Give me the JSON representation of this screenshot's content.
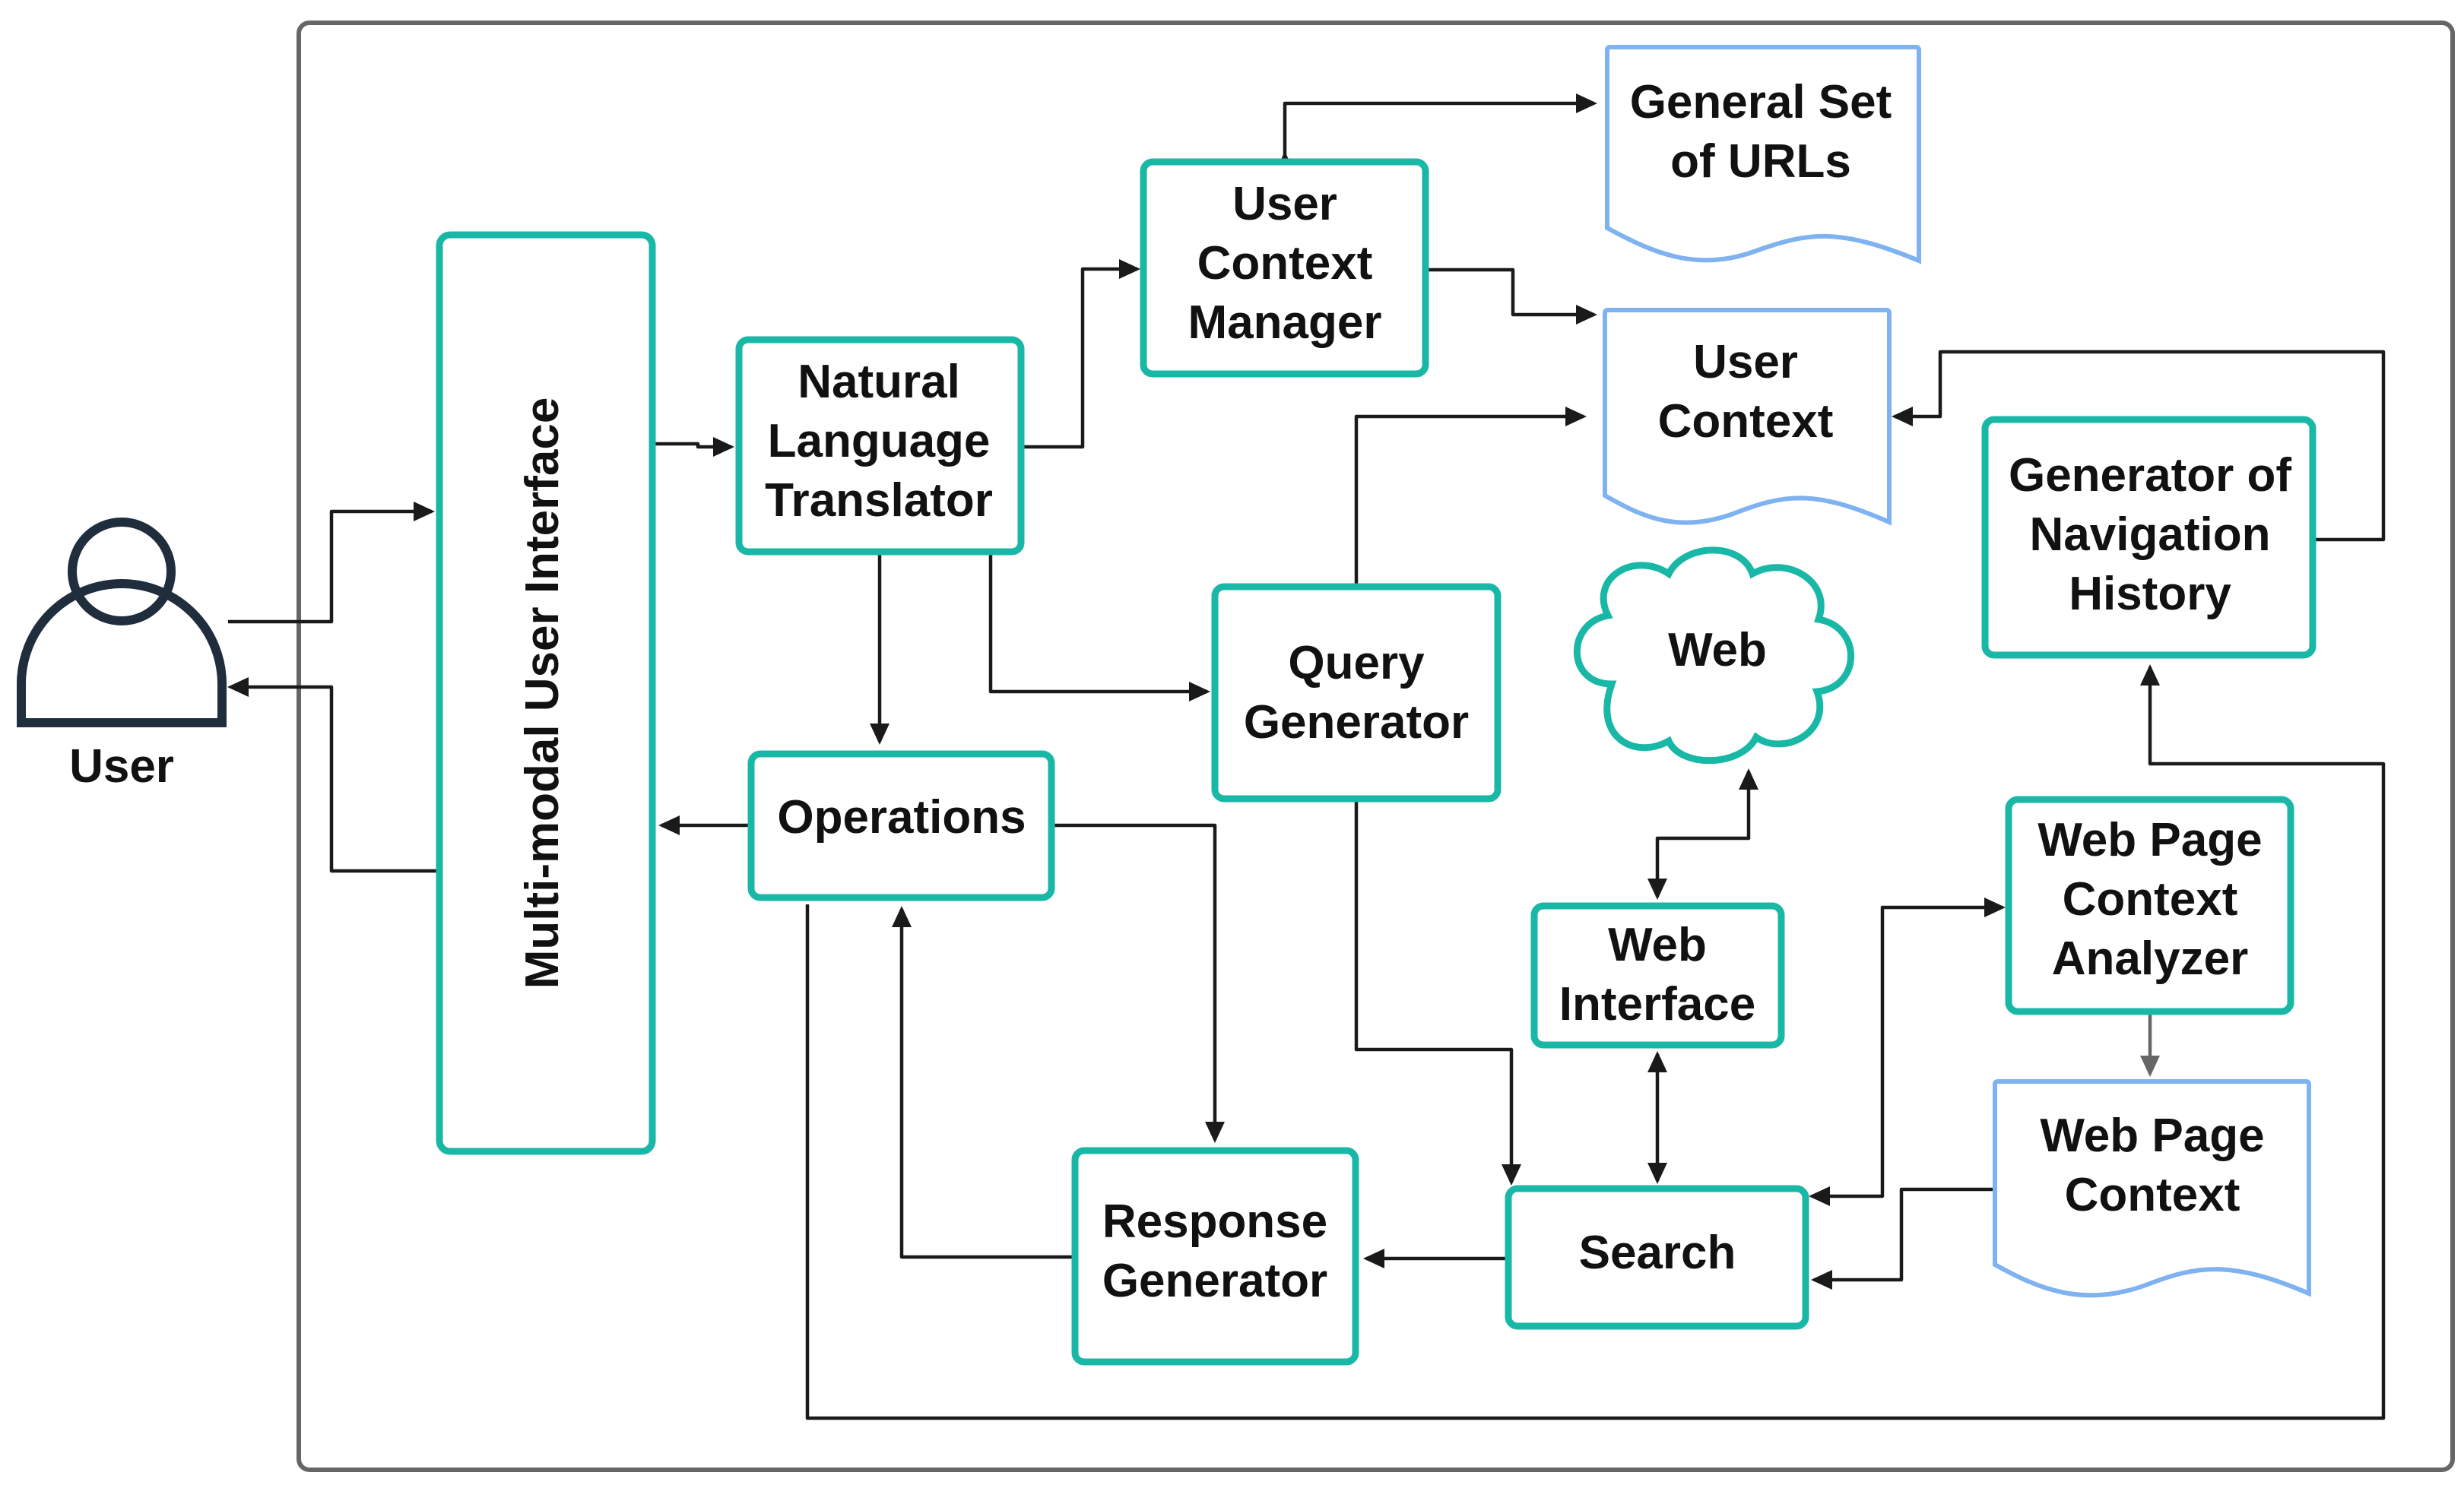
{
  "colors": {
    "process_box": "#19b8a6",
    "document": "#7fb2f0",
    "arrow": "#1a1a1a",
    "frame": "#666666",
    "user_icon": "#1f2d3d"
  },
  "actor": {
    "icon": "user-icon",
    "label": "User"
  },
  "ui": {
    "label": "Multi-modal User Interface"
  },
  "nodes": {
    "translator": [
      "Natural",
      "Language",
      "Translator"
    ],
    "context_manager": [
      "User",
      "Context",
      "Manager"
    ],
    "general_urls": [
      "General Set",
      "of URLs"
    ],
    "user_context": [
      "User",
      "Context"
    ],
    "query_generator": [
      "Query",
      "Generator"
    ],
    "web": [
      "Web"
    ],
    "nav_history": [
      "Generator of",
      "Navigation",
      "History"
    ],
    "operations": [
      "Operations"
    ],
    "web_interface": [
      "Web",
      "Interface"
    ],
    "page_analyzer": [
      "Web Page",
      "Context",
      "Analyzer"
    ],
    "page_context": [
      "Web Page",
      "Context"
    ],
    "response_generator": [
      "Response",
      "Generator"
    ],
    "search": [
      "Search"
    ]
  }
}
